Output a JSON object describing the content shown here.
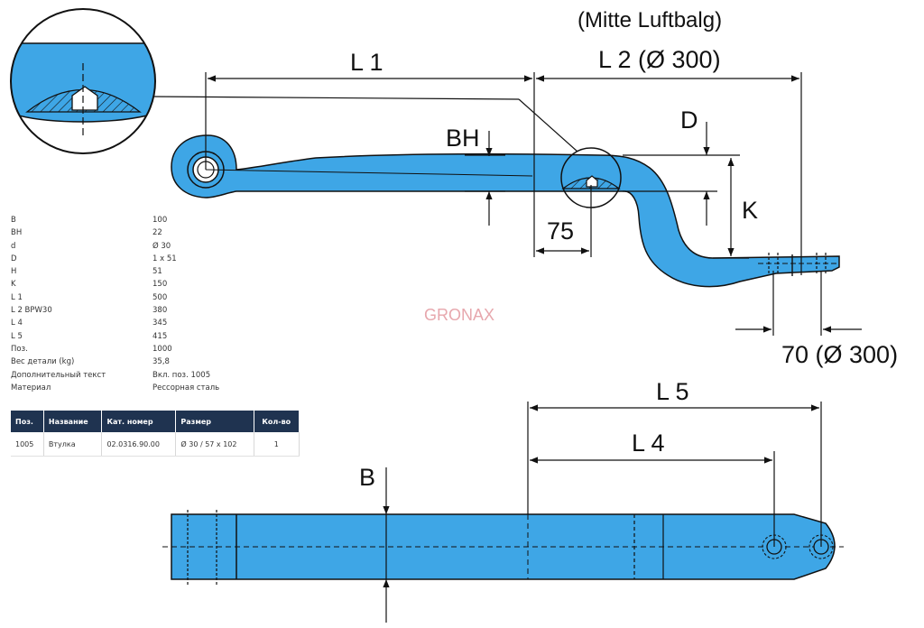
{
  "labels": {
    "mitte": "(Mitte Luftbalg)",
    "l1": "L 1",
    "l2": "L 2 (Ø 300)",
    "bh": "BH",
    "d": "D",
    "k": "K",
    "seventy_five": "75",
    "seventy": "70 (Ø 300)",
    "l5": "L 5",
    "l4": "L 4",
    "b": "B"
  },
  "watermark": "GRONAX",
  "colors": {
    "spring_fill": "#3ea6e6",
    "outline": "#111111",
    "table_header": "#1f3350"
  },
  "specs": [
    {
      "key": "B",
      "value": "100"
    },
    {
      "key": "BH",
      "value": "22"
    },
    {
      "key": "d",
      "value": "Ø 30"
    },
    {
      "key": "D",
      "value": "1 x 51"
    },
    {
      "key": "H",
      "value": "51"
    },
    {
      "key": "K",
      "value": "150"
    },
    {
      "key": "L 1",
      "value": "500"
    },
    {
      "key": "L 2 BPW30",
      "value": "380"
    },
    {
      "key": "L 4",
      "value": "345"
    },
    {
      "key": "L 5",
      "value": "415"
    },
    {
      "key": "Поз.",
      "value": "1000"
    },
    {
      "key": "Вес детали (kg)",
      "value": "35,8"
    },
    {
      "key": "Дополнительный текст",
      "value": "Вкл. поз. 1005"
    },
    {
      "key": "Материал",
      "value": "Рессорная сталь"
    }
  ],
  "parts_table": {
    "headers": [
      "Поз.",
      "Название",
      "Кат. номер",
      "Размер",
      "Кол-во"
    ],
    "rows": [
      [
        "1005",
        "Втулка",
        "02.0316.90.00",
        "Ø 30 / 57 x 102",
        "1"
      ]
    ]
  }
}
